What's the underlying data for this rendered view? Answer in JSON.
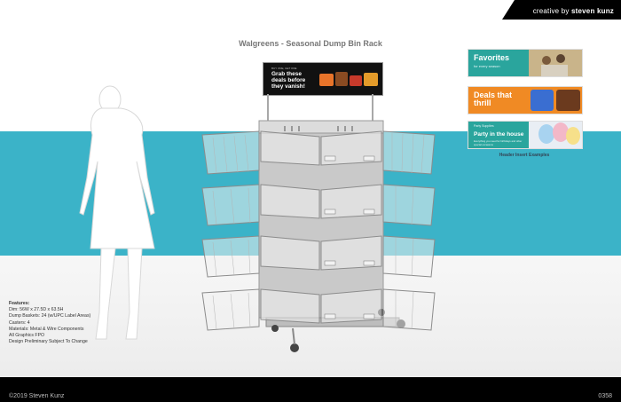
{
  "brand": {
    "prefix": "creative by ",
    "name": "steven kunz"
  },
  "title": "Walgreens - Seasonal Dump Bin Rack",
  "sign": {
    "small_text": "BUY ONE, GET ONE",
    "headline_1": "Grab these",
    "headline_2": "deals before",
    "headline_3": "they vanish!"
  },
  "inserts": [
    {
      "title": "Favorites",
      "subtitle": "for every season"
    },
    {
      "title_1": "Deals that",
      "title_2": "thrill",
      "subtitle": ""
    },
    {
      "tag": "Party Supplies",
      "title": "Party in the house",
      "subtitle": "Everything you need for birthdays and other special occasions"
    }
  ],
  "inserts_caption": "Header Insert Examples",
  "features": {
    "heading": "Features:",
    "lines": [
      "Dim: 56W x 27.5D x 63.5H",
      "Dump Baskets: 24 (w/UPC Label Areas)",
      "Casters: 4",
      "Materials: Metal & Wire Components",
      "All Graphics FPO",
      "Design Preliminary Subject To Change"
    ]
  },
  "footer": {
    "copyright": "©2019 Steven Kunz",
    "page": "0358"
  },
  "colors": {
    "teal_band": "#3bb3c8",
    "insert_teal": "#2aa59d",
    "insert_orange": "#f08a24",
    "footer": "#000000"
  }
}
